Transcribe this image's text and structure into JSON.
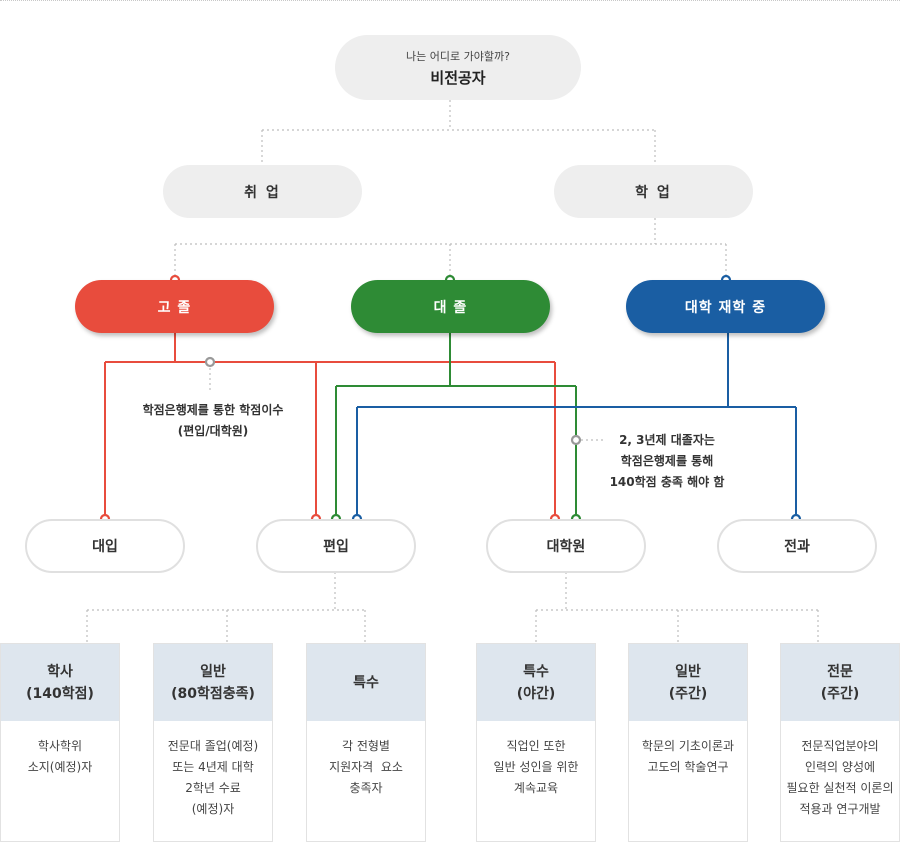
{
  "top": {
    "subtitle": "나는 어디로 가야할까?",
    "title": "비전공자"
  },
  "level1": {
    "employment": "취 업",
    "study": "학 업"
  },
  "level2": {
    "highschool": "고 졸",
    "college": "대 졸",
    "enrolled": "대학 재학 중"
  },
  "notes": {
    "credit_bank": [
      "학점은행제를 통한 학점이수",
      "(편입/대학원)"
    ],
    "three_year": [
      "2, 3년제 대졸자는",
      "학점은행제를 통해",
      "140학점 충족 해야 함"
    ]
  },
  "level3": {
    "admission": "대입",
    "transfer": "편입",
    "graduate": "대학원",
    "major_change": "전과"
  },
  "cards": [
    {
      "title": [
        "학사",
        "(140학점)"
      ],
      "desc": [
        "학사학위",
        "소지(예정)자"
      ]
    },
    {
      "title": [
        "일반",
        "(80학점충족)"
      ],
      "desc": [
        "전문대 졸업(예정)",
        "또는 4년제 대학",
        "2학년 수료",
        "(예정)자"
      ]
    },
    {
      "title": [
        "특수"
      ],
      "desc": [
        "각 전형별",
        "지원자격  요소",
        "충족자"
      ]
    },
    {
      "title": [
        "특수",
        "(야간)"
      ],
      "desc": [
        "직업인 또한",
        "일반 성인을 위한",
        "계속교육"
      ]
    },
    {
      "title": [
        "일반",
        "(주간)"
      ],
      "desc": [
        "학문의 기초이론과",
        "고도의 학술연구"
      ]
    },
    {
      "title": [
        "전문",
        "(주간)"
      ],
      "desc": [
        "전문직업분야의",
        "인력의 양성에",
        "필요한 실천적 이론의",
        "적용과 연구개발"
      ]
    }
  ],
  "colors": {
    "red": "#e84c3d",
    "green": "#2e8b35",
    "blue": "#1a5ea3",
    "grey": "#eeeeee",
    "card_head": "#dee6ee"
  }
}
